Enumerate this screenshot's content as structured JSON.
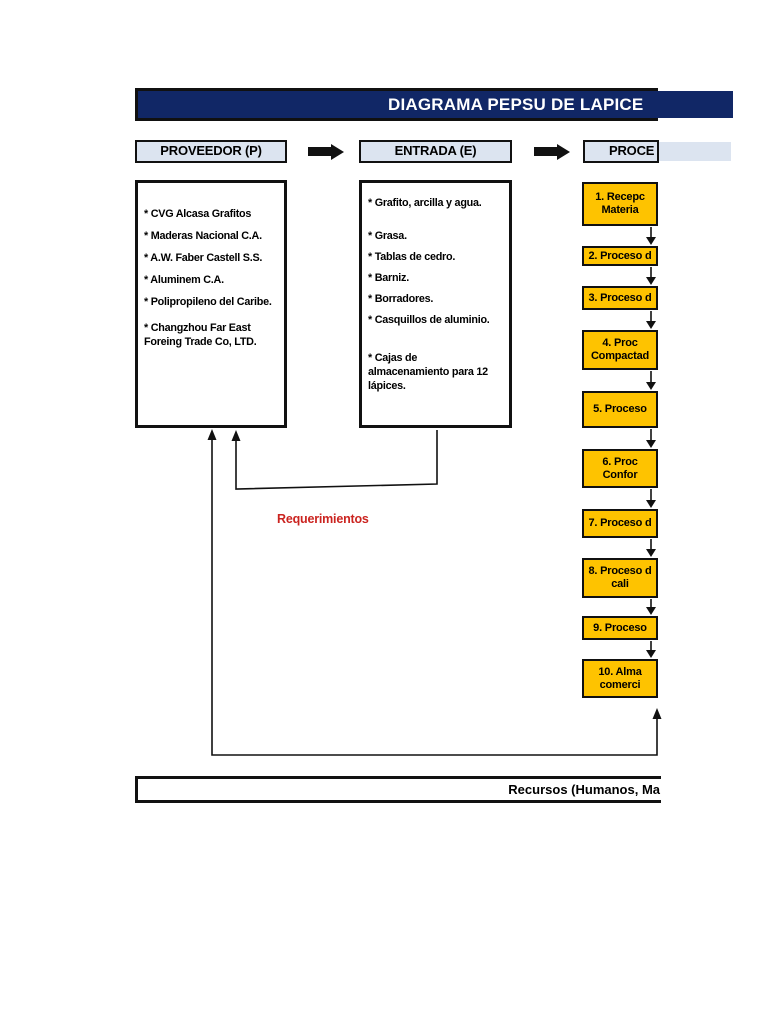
{
  "title": {
    "text": "DIAGRAMA PEPSU DE LAPICE"
  },
  "columns": {
    "proveedor": {
      "header": "PROVEEDOR (P)"
    },
    "entrada": {
      "header": "ENTRADA (E)"
    },
    "proceso": {
      "header": "PROCE"
    }
  },
  "proveedor": {
    "items": [
      "* CVG Alcasa Grafitos",
      "* Maderas Nacional C.A.",
      "* A.W. Faber Castell S.S.",
      "* Aluminem C.A.",
      "* Polipropileno del Caribe.",
      "* Changzhou Far East Foreing Trade Co, LTD."
    ]
  },
  "entrada": {
    "items": [
      "* Grafito, arcilla y agua.",
      "* Grasa.",
      "* Tablas de cedro.",
      "* Barniz.",
      "* Borradores.",
      "* Casquillos de aluminio.",
      "* Cajas de almacenamiento para 12 lápices."
    ]
  },
  "proceso": {
    "steps": [
      {
        "lines": [
          "1. Recepc",
          "Materia"
        ]
      },
      {
        "lines": [
          "2. Proceso d"
        ]
      },
      {
        "lines": [
          "3. Proceso d"
        ]
      },
      {
        "lines": [
          "4. Proc",
          "Compactad"
        ]
      },
      {
        "lines": [
          "5. Proceso"
        ]
      },
      {
        "lines": [
          "6. Proc",
          "Confor"
        ]
      },
      {
        "lines": [
          "7. Proceso d"
        ]
      },
      {
        "lines": [
          "8. Proceso d",
          "cali"
        ]
      },
      {
        "lines": [
          "9. Proceso"
        ]
      },
      {
        "lines": [
          "10. Alma",
          "comerci"
        ]
      }
    ]
  },
  "annotations": {
    "requerimientos": "Requerimientos",
    "recursos": "Recursos (Humanos, Ma"
  },
  "colors": {
    "title_bar": "#112766",
    "header_fill": "#dce4f0",
    "process_fill": "#fec300",
    "feedback_label": "#cb2420",
    "line": "#111111"
  }
}
